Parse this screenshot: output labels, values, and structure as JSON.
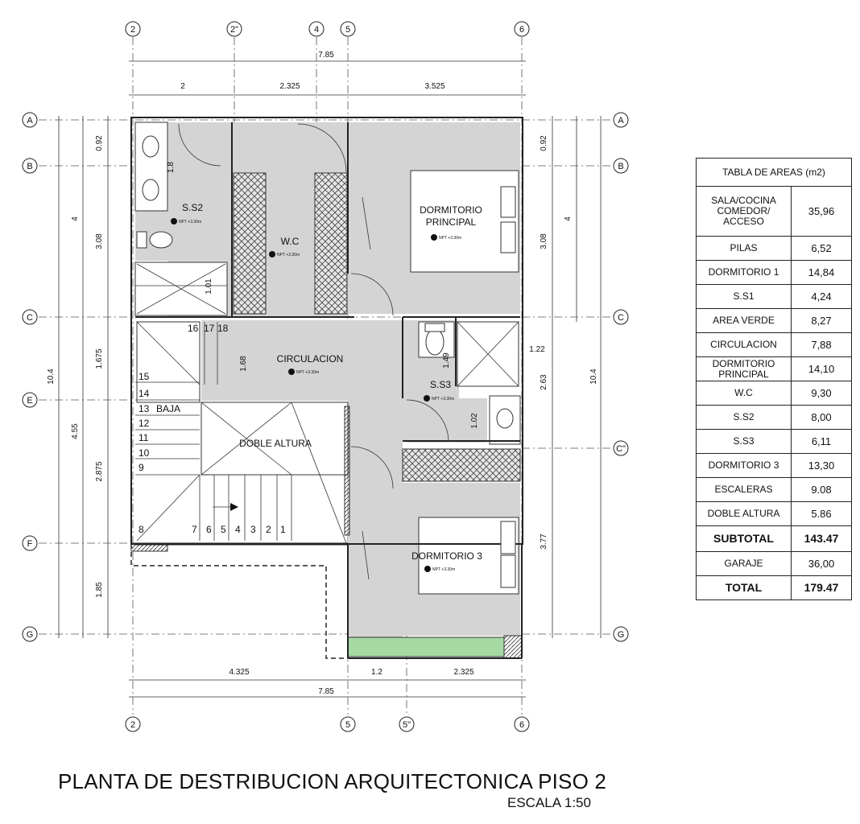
{
  "grid_labels": {
    "top": [
      "2",
      "2\"",
      "4",
      "5",
      "6"
    ],
    "bottom": [
      "2",
      "5",
      "5\"",
      "6"
    ],
    "rows": [
      "A",
      "B",
      "C",
      "E",
      "F",
      "G"
    ],
    "right_extra": "C\""
  },
  "dimensions": {
    "top_total": "7.85",
    "top_segments": [
      "2",
      "2.325",
      "3.525"
    ],
    "bottom_total": "7.85",
    "bottom_segments": [
      "4.325",
      "1.2",
      "2.325"
    ],
    "left_total": "10.4",
    "left_mid": [
      "4",
      "4.55",
      "1.85"
    ],
    "left_inner": [
      "0.92",
      "3.08",
      "1.675",
      "2.875"
    ],
    "right_total": "10.4",
    "right_mid": "4",
    "right_inner": [
      "0.92",
      "3.08",
      "2.63",
      "3.77"
    ],
    "interior": [
      "1.8",
      "1.01",
      "1.68",
      "1.49",
      "1.02",
      "1.22"
    ]
  },
  "rooms": {
    "ss2": "S.S2",
    "wc": "W.C",
    "dormitorio_principal_1": "DORMITORIO",
    "dormitorio_principal_2": "PRINCIPAL",
    "circulacion": "CIRCULACION",
    "ss3": "S.S3",
    "doble_altura": "DOBLE ALTURA",
    "dormitorio3": "DORMITORIO 3",
    "baja": "BAJA",
    "npt": "NPT +3.30m"
  },
  "stairs": {
    "upper_steps": [
      "16",
      "17",
      "18"
    ],
    "side_steps": [
      "15",
      "14",
      "13",
      "12",
      "11",
      "10",
      "9"
    ],
    "bottom_steps": [
      "8",
      "7",
      "6",
      "5",
      "4",
      "3",
      "2",
      "1"
    ]
  },
  "area_table": {
    "header": "TABLA DE AREAS (m2)",
    "rows": [
      {
        "label": "SALA/COCINA\nCOMEDOR/\nACCESO",
        "value": "35,96"
      },
      {
        "label": "PILAS",
        "value": "6,52"
      },
      {
        "label": "DORMITORIO 1",
        "value": "14,84"
      },
      {
        "label": "S.S1",
        "value": "4,24"
      },
      {
        "label": "AREA VERDE",
        "value": "8,27"
      },
      {
        "label": "CIRCULACION",
        "value": "7,88"
      },
      {
        "label": "DORMITORIO\nPRINCIPAL",
        "value": "14,10"
      },
      {
        "label": "W.C",
        "value": "9,30"
      },
      {
        "label": "S.S2",
        "value": "8,00"
      },
      {
        "label": "S.S3",
        "value": "6,11"
      },
      {
        "label": "DORMITORIO 3",
        "value": "13,30"
      },
      {
        "label": "ESCALERAS",
        "value": "9.08"
      },
      {
        "label": "DOBLE ALTURA",
        "value": "5.86"
      },
      {
        "label": "SUBTOTAL",
        "value": "143.47",
        "bold": true
      },
      {
        "label": "GARAJE",
        "value": "36,00"
      },
      {
        "label": "TOTAL",
        "value": "179.47",
        "bold": true
      }
    ]
  },
  "title": "PLANTA DE DESTRIBUCION ARQUITECTONICA PISO 2",
  "scale": "ESCALA 1:50",
  "colors": {
    "room_fill": "#d4d4d4",
    "garden_fill": "#a6d8a3",
    "line": "#222222"
  }
}
